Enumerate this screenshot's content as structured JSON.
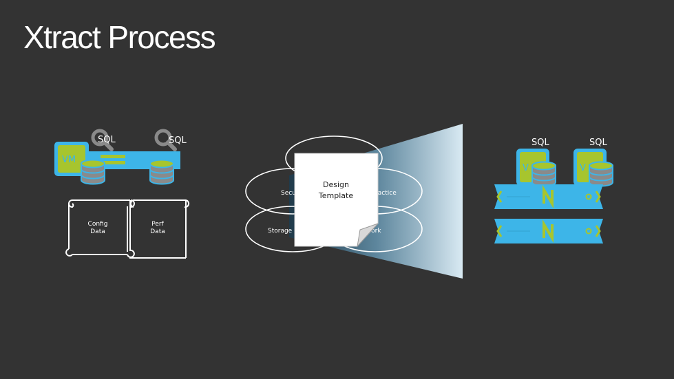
{
  "title": "Xtract Process",
  "source": {
    "sql_left": "SQL",
    "sql_right": "SQL",
    "vm_label": "VM",
    "config_doc": [
      "Config",
      "Data"
    ],
    "perf_doc": [
      "Perf",
      "Data"
    ]
  },
  "design": {
    "ellipses": {
      "security": "Security",
      "best_practice": "Best Practice",
      "storage": "Storage",
      "network": "Network"
    },
    "template": [
      "Design",
      "Template"
    ]
  },
  "target": {
    "sql_left": "SQL",
    "sql_right": "SQL"
  },
  "colors": {
    "background": "#333333",
    "accent_blue": "#3DB5E8",
    "accent_green": "#A7C52E",
    "db_gray": "#8A8A8A"
  }
}
